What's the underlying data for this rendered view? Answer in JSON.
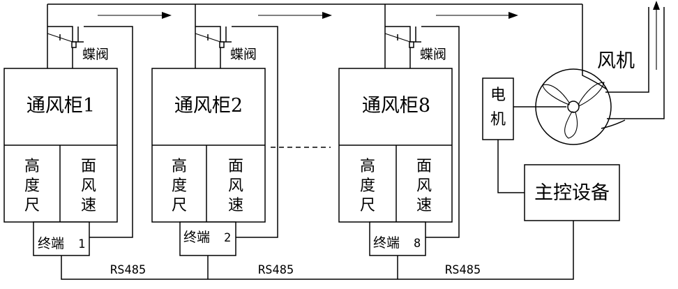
{
  "cabinets": [
    {
      "name": "通风柜1",
      "valve": "蝶阀",
      "sensor1": [
        "高",
        "度",
        "尺"
      ],
      "sensor2": [
        "面",
        "风",
        "速"
      ],
      "terminal": "终端",
      "terminal_no": "1"
    },
    {
      "name": "通风柜2",
      "valve": "蝶阀",
      "sensor1": [
        "高",
        "度",
        "尺"
      ],
      "sensor2": [
        "面",
        "风",
        "速"
      ],
      "terminal": "终端",
      "terminal_no": "2"
    },
    {
      "name": "通风柜8",
      "valve": "蝶阀",
      "sensor1": [
        "高",
        "度",
        "尺"
      ],
      "sensor2": [
        "面",
        "风",
        "速"
      ],
      "terminal": "终端",
      "terminal_no": "8"
    }
  ],
  "bus_labels": [
    "RS485",
    "RS485",
    "RS485"
  ],
  "motor": {
    "chars": [
      "电",
      "机"
    ]
  },
  "fan": {
    "label": "风机"
  },
  "controller": {
    "label": "主控设备"
  },
  "colors": {
    "line": "#000000",
    "background": "#ffffff"
  }
}
